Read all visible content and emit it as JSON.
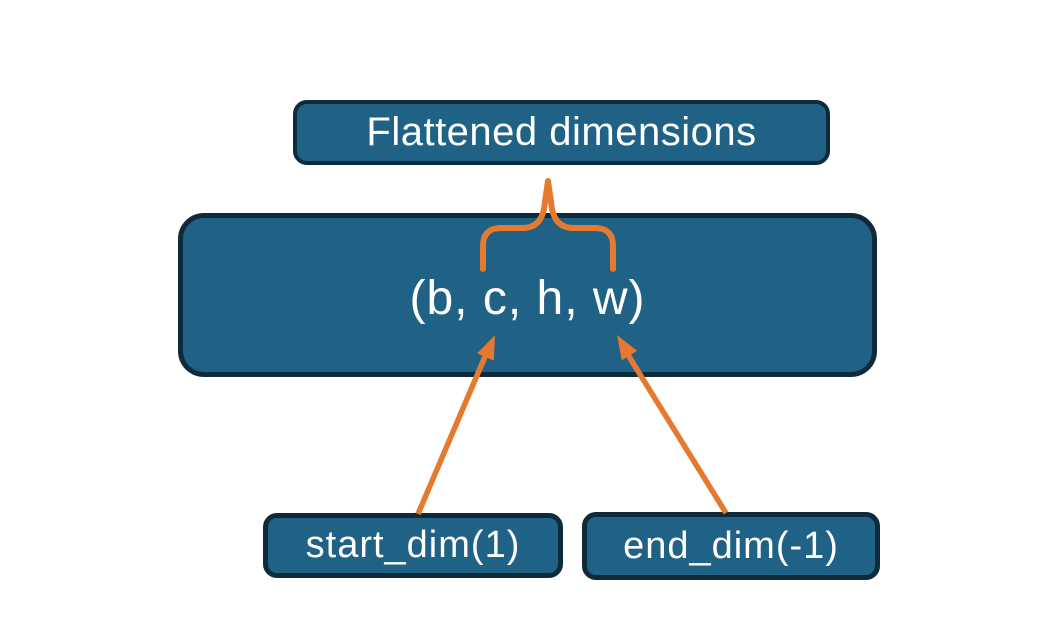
{
  "diagram": {
    "nodes": {
      "flattened": {
        "label": "Flattened dimensions"
      },
      "tensor": {
        "label": "(b, c, h, w)"
      },
      "start_dim": {
        "label": "start_dim(1)"
      },
      "end_dim": {
        "label": "end_dim(-1)"
      }
    },
    "colors": {
      "box_fill": "#1F6285",
      "box_border": "#0D2B38",
      "accent_orange": "#E5792F",
      "text": "#FFFFFF",
      "background": "#FFFFFF"
    }
  }
}
